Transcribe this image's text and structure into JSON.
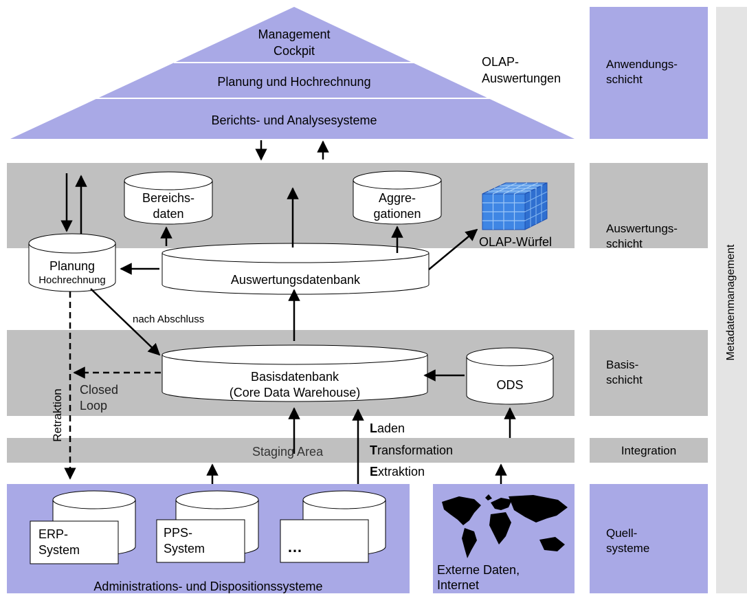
{
  "pyramid": {
    "top": "Management\nCockpit",
    "middle": "Planung und Hochrechnung",
    "bottom": "Berichts- und Analysesysteme"
  },
  "olap_note": "OLAP-\nAuswertungen",
  "layers": {
    "anwendung": "Anwendungs-\nschicht",
    "auswertung": "Auswertungs-\nschicht",
    "basis": "Basis-\nschicht",
    "integration": "Integration",
    "quell": "Quell-\nsysteme"
  },
  "metadata_label": "Metadatenmanagement",
  "auswertung": {
    "bereichsdaten": "Bereichs-\ndaten",
    "aggregationen": "Aggre-\ngationen",
    "olap_wuerfel": "OLAP-Würfel",
    "planung_title": "Planung",
    "planung_sub": "Hochrechnung",
    "auswertungsdatenbank": "Auswertungsdatenbank"
  },
  "nach_abschluss": "nach Abschluss",
  "basis": {
    "basisdatenbank": "Basisdatenbank\n(Core Data Warehouse)",
    "ods": "ODS",
    "closed_loop": "Closed\nLoop",
    "retraktion": "Retraktion"
  },
  "etl": {
    "l_initial": "L",
    "l_rest": "aden",
    "t_initial": "T",
    "t_rest": "ransformation",
    "e_initial": "E",
    "e_rest": "xtraktion"
  },
  "staging_area": "Staging Area",
  "quell": {
    "erp": "ERP-\nSystem",
    "pps": "PPS-\nSystem",
    "more": "…",
    "admin_label": "Administrations- und Dispositionssysteme",
    "extern_label": "Externe Daten,\nInternet"
  },
  "colors": {
    "lavender": "#a9a9e6",
    "gray_band": "#c0c0c0",
    "gray_frame": "#e4e4e4"
  }
}
